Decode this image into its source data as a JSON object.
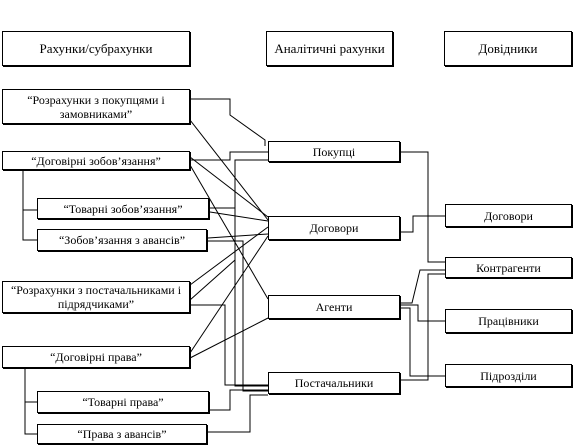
{
  "headers": {
    "accounts": "Рахунки/субрахунки",
    "analytics": "Аналітичні рахунки",
    "directories": "Довідники"
  },
  "accounts": {
    "settlements_buyers": "“Розрахунки з покупцями і замовниками”",
    "contract_obligations": "“Договірні зобов’язання”",
    "goods_obligations": "“Товарні зобов’язання”",
    "advance_obligations": "“Зобов’язання з авансів”",
    "settlements_suppliers": "“Розрахунки з постачальниками і підрядчиками”",
    "contract_rights": "“Договірні права”",
    "goods_rights": "“Товарні права”",
    "advance_rights": "“Права з авансів”"
  },
  "analytics": {
    "buyers": "Покупці",
    "contracts": "Договори",
    "agents": "Агенти",
    "suppliers": "Постачальники"
  },
  "directories": {
    "contracts": "Договори",
    "counterparties": "Контрагенти",
    "employees": "Працівники",
    "departments": "Підрозділи"
  }
}
